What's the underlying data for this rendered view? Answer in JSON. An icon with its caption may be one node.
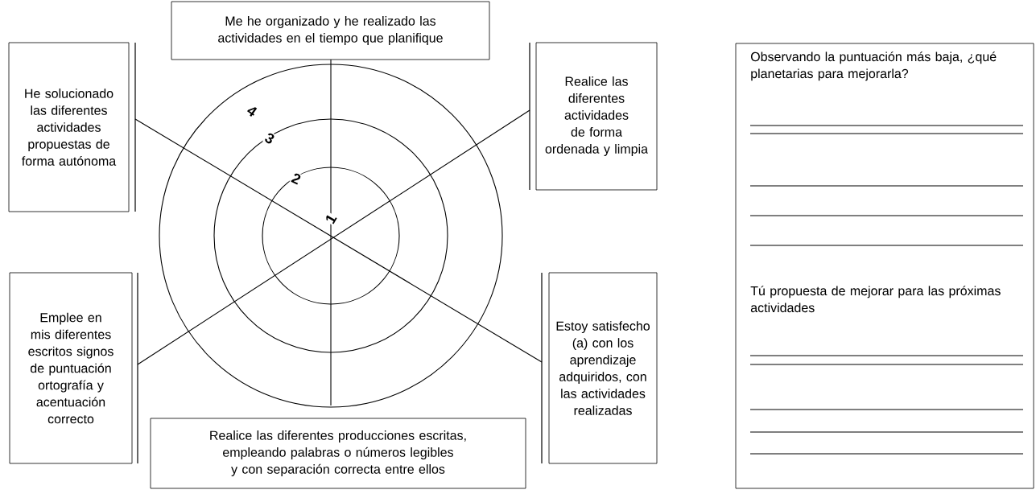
{
  "diagram": {
    "nodes": [
      {
        "text": [
          "Me he organizado y he realizado las actividades en el tiempo que planifique"
        ]
      },
      {
        "text": [
          "He solucionado las diferentes actividades propuestas de forma autónoma"
        ]
      },
      {
        "text": [
          "Realice las diferentes actividades de forma ordenada y limpia"
        ]
      },
      {
        "text": [
          "Observando la puntuación más baja, ¿qué planetarias para mejorarla?",
          "Tú propuesta de mejorar para las próximas actividades"
        ]
      },
      {
        "text": [
          "Emplee en mis diferentes escritos signos de puntuación ortografía y acentuación correcto"
        ]
      },
      {
        "text": [
          "Estoy satisfecho (a) con los aprendizaje adquiridos, con las actividades realizadas"
        ]
      },
      {
        "text": [
          "Realice las diferentes producciones escritas, empleando palabras o números legibles y con separación correcta entre ellos"
        ]
      }
    ],
    "labels": [
      "4",
      "3",
      "2",
      "1"
    ]
  }
}
